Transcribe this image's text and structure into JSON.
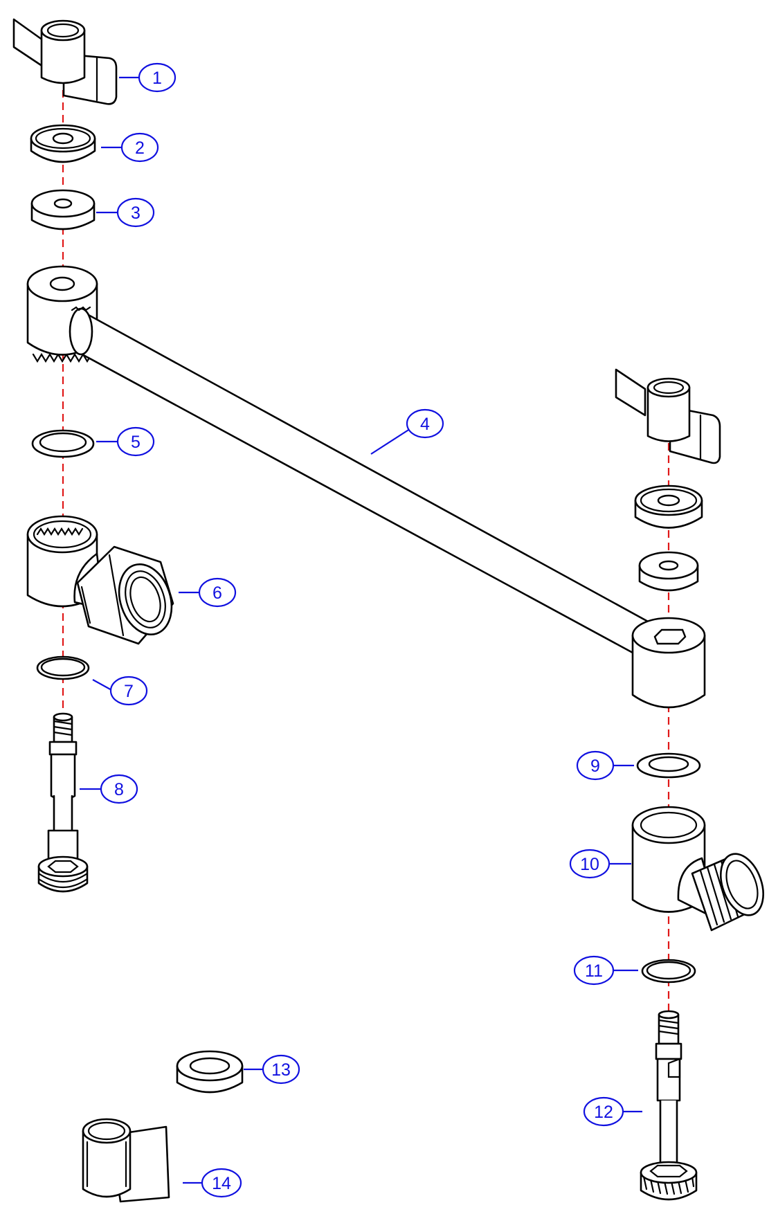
{
  "colors": {
    "line": "#000000",
    "axis": "#e01818",
    "callout": "#1010e0",
    "background": "#ffffff"
  },
  "callouts": [
    {
      "id": "1",
      "label": "1"
    },
    {
      "id": "2",
      "label": "2"
    },
    {
      "id": "3",
      "label": "3"
    },
    {
      "id": "4",
      "label": "4"
    },
    {
      "id": "5",
      "label": "5"
    },
    {
      "id": "6",
      "label": "6"
    },
    {
      "id": "7",
      "label": "7"
    },
    {
      "id": "8",
      "label": "8"
    },
    {
      "id": "9",
      "label": "9"
    },
    {
      "id": "10",
      "label": "10"
    },
    {
      "id": "11",
      "label": "11"
    },
    {
      "id": "12",
      "label": "12"
    },
    {
      "id": "13",
      "label": "13"
    },
    {
      "id": "14",
      "label": "14"
    }
  ]
}
